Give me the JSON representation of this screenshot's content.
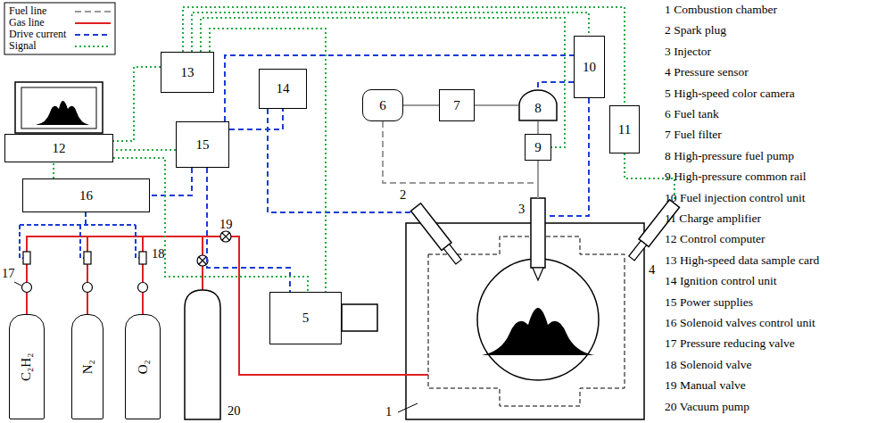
{
  "diagram": {
    "nodes": [
      {
        "text": [
          "13"
        ]
      },
      {
        "text": [
          "14"
        ]
      },
      {
        "text": [
          "12"
        ]
      },
      {
        "text": [
          "15"
        ]
      },
      {
        "text": [
          "10"
        ]
      },
      {
        "text": [
          "6"
        ]
      },
      {
        "text": [
          "7"
        ]
      },
      {
        "text": [
          "8"
        ]
      },
      {
        "text": [
          "9"
        ]
      },
      {
        "text": [
          "11"
        ]
      },
      {
        "text": [
          "16"
        ]
      },
      {
        "text": [
          "5"
        ]
      },
      {
        "text": [
          "C₂H₂"
        ]
      },
      {
        "text": [
          "N₂"
        ]
      },
      {
        "text": [
          "O₂"
        ]
      }
    ],
    "edges": [
      {
        "from": 5,
        "to": 6,
        "arrow": "none"
      },
      {
        "from": 6,
        "to": 7,
        "arrow": "none"
      },
      {
        "from": 7,
        "to": 8,
        "arrow": "none"
      },
      {
        "from": 4,
        "to": 7,
        "arrow": "none"
      },
      {
        "from": 3,
        "to": 4,
        "arrow": "none"
      },
      {
        "from": 3,
        "to": 1,
        "arrow": "none"
      },
      {
        "from": 3,
        "to": 10,
        "arrow": "none"
      },
      {
        "from": 3,
        "to": 11,
        "arrow": "none"
      },
      {
        "from": 0,
        "to": 4,
        "arrow": "none"
      },
      {
        "from": 0,
        "to": 8,
        "arrow": "none"
      },
      {
        "from": 0,
        "to": 9,
        "arrow": "none"
      },
      {
        "from": 0,
        "to": 11,
        "arrow": "none"
      },
      {
        "from": 0,
        "to": 2,
        "arrow": "none"
      },
      {
        "from": 3,
        "to": 2,
        "arrow": "none"
      },
      {
        "from": 2,
        "to": 11,
        "arrow": "none"
      },
      {
        "from": 10,
        "to": 2,
        "arrow": "none"
      }
    ],
    "labels": [
      "1 Combustion chamber",
      "2 Spark plug",
      "3 Injector",
      "4 Pressure sensor",
      "5 High-speed color camera",
      "6 Fuel tank",
      "7 Fuel filter",
      "8 High-pressure fuel pump",
      "9 High-pressure common rail",
      "10 Fuel injection control unit",
      "11 Charge amplifier",
      "12 Control computer",
      "13 High-speed data sample card",
      "14 Ignition control unit",
      "15 Power supplies",
      "16 Solenoid valves control unit",
      "17 Pressure reducing valve",
      "18 Solenoid valve",
      "19 Manual valve",
      "20 Vacuum pump",
      "1",
      "2",
      "3",
      "4",
      "17",
      "18",
      "19",
      "20"
    ],
    "legend": [
      {
        "text": "Fuel line"
      },
      {
        "text": "Gas line"
      },
      {
        "text": "Drive current"
      },
      {
        "text": "Signal"
      }
    ]
  }
}
